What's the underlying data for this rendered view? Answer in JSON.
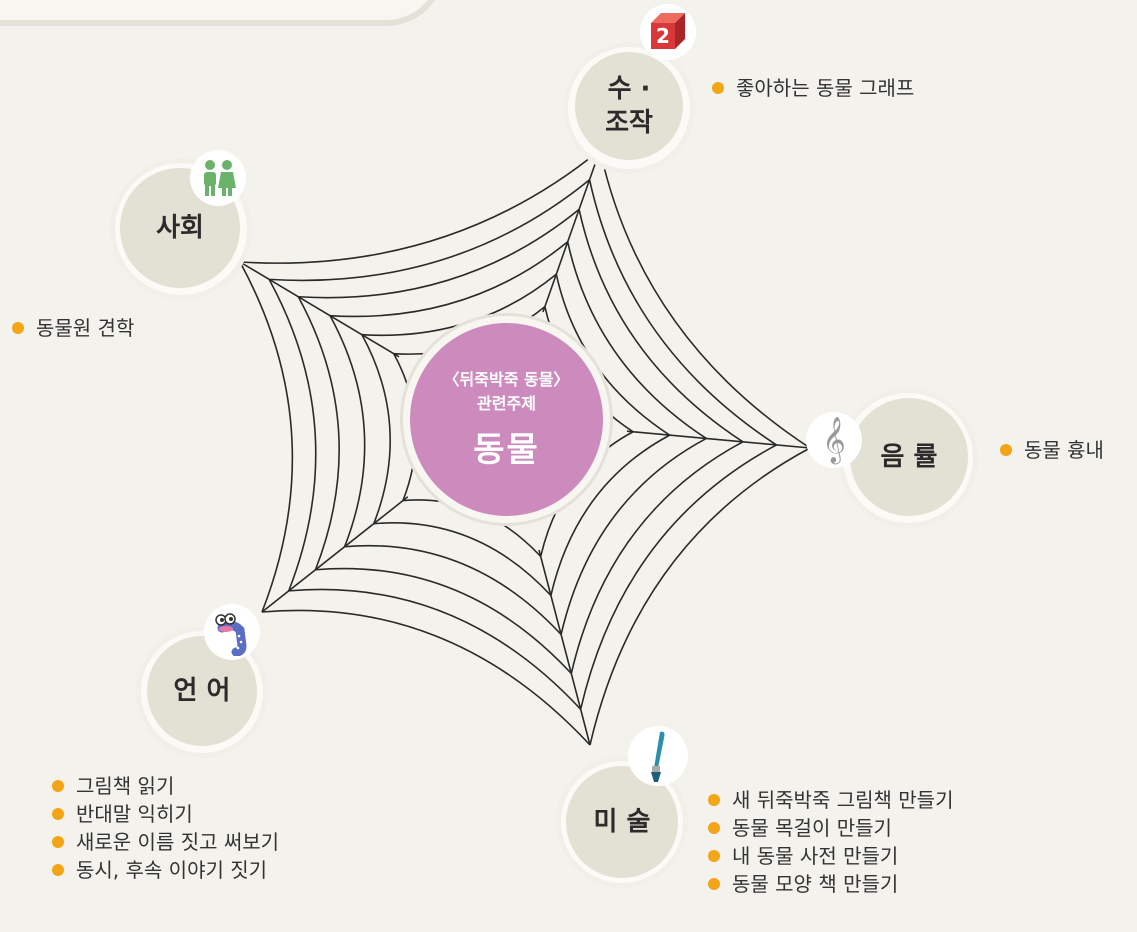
{
  "center": {
    "title_line1": "〈뒤죽박죽 동물〉",
    "title_line2": "관련주제",
    "topic": "동물"
  },
  "areas": {
    "math": {
      "label_line1": "수 ·",
      "label_line2": "조작",
      "icon": "number-cube-icon",
      "icon_text": "2",
      "activities": [
        "좋아하는 동물 그래프"
      ]
    },
    "social": {
      "label": "사회",
      "icon": "children-icon",
      "activities": [
        "동물원 견학"
      ]
    },
    "music": {
      "label": "음 률",
      "icon": "treble-clef-icon",
      "icon_text": "𝄞",
      "activities": [
        "동물 흉내"
      ]
    },
    "language": {
      "label": "언 어",
      "icon": "worm-icon",
      "activities": [
        "그림책 읽기",
        "반대말 익히기",
        "새로운 이름 짓고 써보기",
        "동시, 후속 이야기 짓기"
      ]
    },
    "art": {
      "label": "미 술",
      "icon": "paintbrush-icon",
      "activities": [
        "새 뒤죽박죽 그림책 만들기",
        "동물 목걸이 만들기",
        "내 동물 사전 만들기",
        "동물 모양 책 만들기"
      ]
    }
  },
  "colors": {
    "background": "#f3f2ec",
    "center_fill": "#cd8bbd",
    "node_fill": "#e3e0d4",
    "bullet": "#f2a516",
    "math_icon": "#d9383a",
    "social_icon": "#6bb36b",
    "language_icon": "#5a6fc4",
    "art_icon": "#2a8fa8"
  }
}
